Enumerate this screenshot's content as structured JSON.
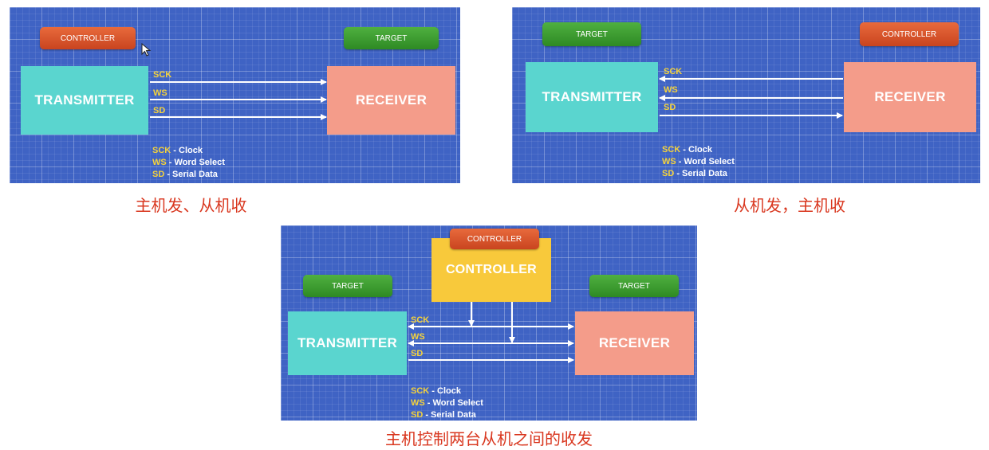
{
  "panels": [
    {
      "caption": "主机发、从机收",
      "controller_label": "CONTROLLER",
      "target_label": "TARGET",
      "transmitter_label": "TRANSMITTER",
      "receiver_label": "RECEIVER",
      "signals": {
        "sck": "SCK",
        "ws": "WS",
        "sd": "SD"
      },
      "legend": [
        {
          "key": "SCK",
          "desc": " - Clock"
        },
        {
          "key": "WS",
          "desc": " - Word Select"
        },
        {
          "key": "SD",
          "desc": " - Serial Data"
        }
      ]
    },
    {
      "caption": "从机发，主机收",
      "controller_label": "CONTROLLER",
      "target_label": "TARGET",
      "transmitter_label": "TRANSMITTER",
      "receiver_label": "RECEIVER",
      "signals": {
        "sck": "SCK",
        "ws": "WS",
        "sd": "SD"
      },
      "legend": [
        {
          "key": "SCK",
          "desc": " - Clock"
        },
        {
          "key": "WS",
          "desc": " - Word Select"
        },
        {
          "key": "SD",
          "desc": " - Serial Data"
        }
      ]
    },
    {
      "caption": "主机控制两台从机之间的收发",
      "controller_pill_label": "CONTROLLER",
      "controller_box_label": "CONTROLLER",
      "target_left_label": "TARGET",
      "target_right_label": "TARGET",
      "transmitter_label": "TRANSMITTER",
      "receiver_label": "RECEIVER",
      "signals": {
        "sck": "SCK",
        "ws": "WS",
        "sd": "SD"
      },
      "legend": [
        {
          "key": "SCK",
          "desc": " - Clock"
        },
        {
          "key": "WS",
          "desc": " - Word Select"
        },
        {
          "key": "SD",
          "desc": " - Serial Data"
        }
      ]
    }
  ],
  "colors": {
    "panel_bg": "#3f63c4",
    "transmitter": "#5ad5cf",
    "receiver": "#f49c8a",
    "controller_box": "#f8c93b",
    "controller_pill": "#d9532a",
    "target_pill": "#3c9e30",
    "signal_text": "#f4d23c",
    "caption": "#d9371f"
  }
}
